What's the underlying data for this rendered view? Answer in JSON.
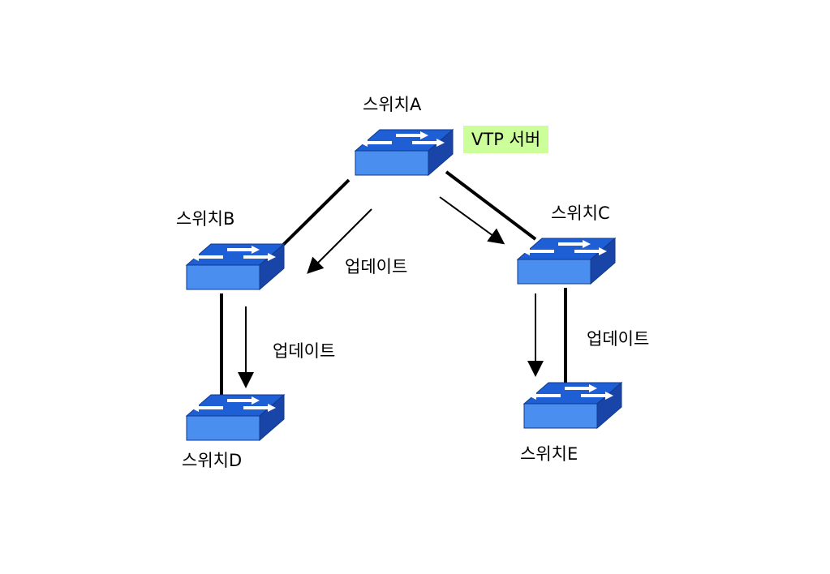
{
  "nodes": {
    "a": {
      "label": "스위치A",
      "icon": "network-switch-icon"
    },
    "b": {
      "label": "스위치B",
      "icon": "network-switch-icon"
    },
    "c": {
      "label": "스위치C",
      "icon": "network-switch-icon"
    },
    "d": {
      "label": "스위치D",
      "icon": "network-switch-icon"
    },
    "e": {
      "label": "스위치E",
      "icon": "network-switch-icon"
    }
  },
  "server_badge": {
    "label": "VTP 서버",
    "color": "#ccff99"
  },
  "updates": {
    "a_to_b": "업데이트",
    "b_to_d": "업데이트",
    "c_to_e": "업데이트"
  },
  "colors": {
    "switch_top": "#1f5fd6",
    "switch_front": "#4a8ef0",
    "switch_side": "#1a45a8",
    "line": "#000000"
  }
}
